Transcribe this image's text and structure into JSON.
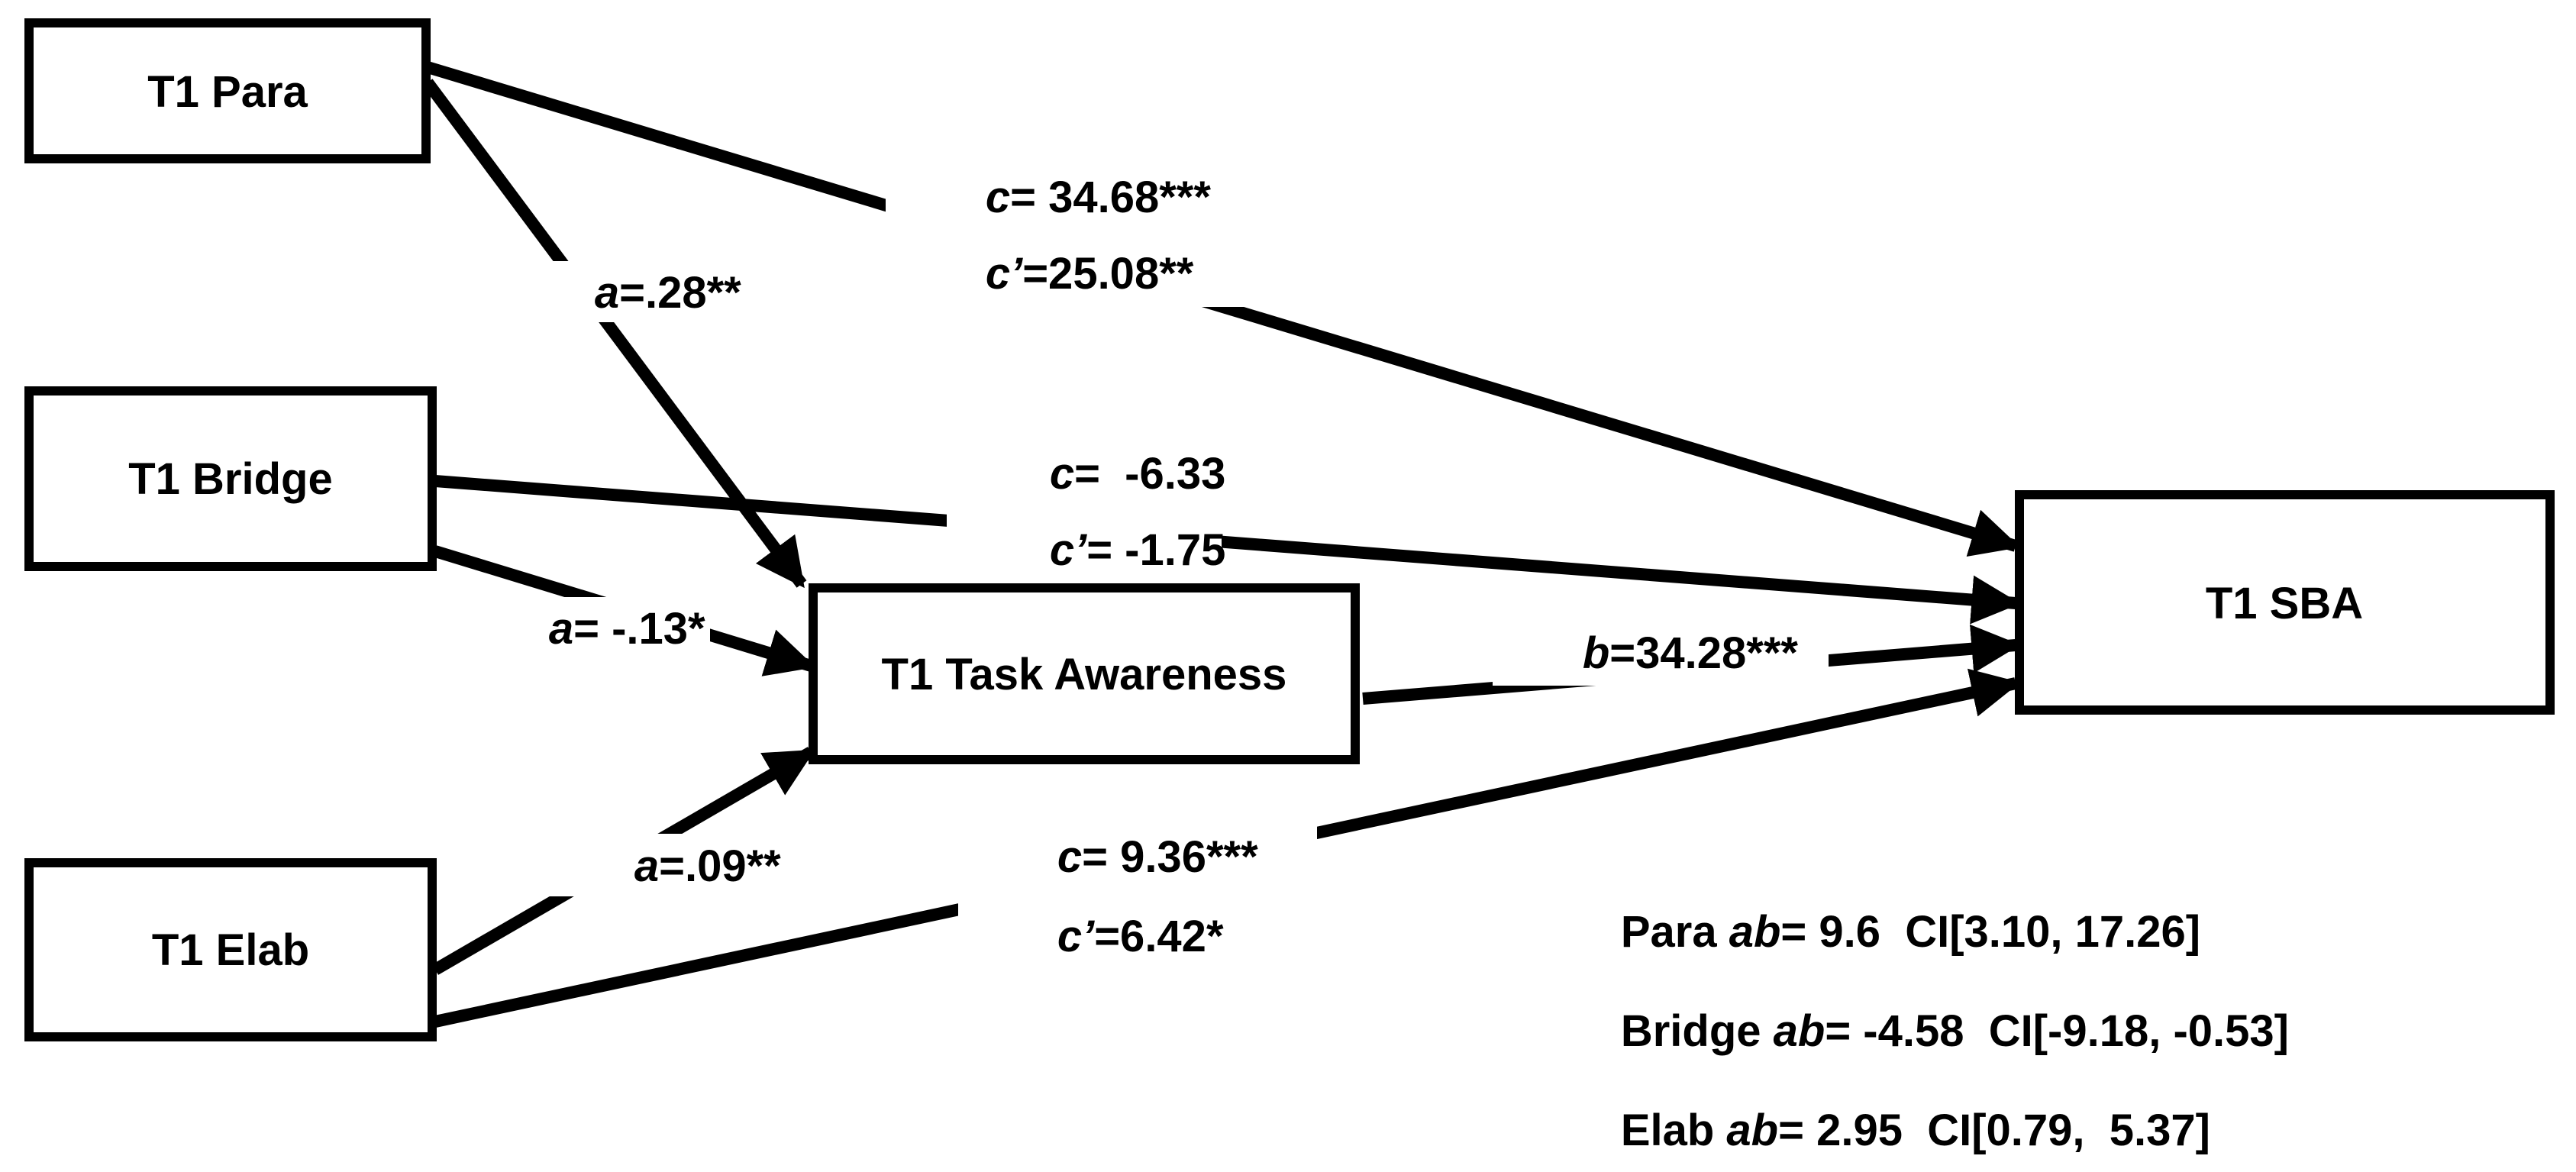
{
  "nodes": {
    "para": "T1 Para",
    "bridge": "T1 Bridge",
    "elab": "T1 Elab",
    "task_awareness": "T1 Task Awareness",
    "sba": "T1 SBA"
  },
  "paths": {
    "para_a": {
      "letter": "a",
      "value": "=.28**"
    },
    "bridge_a": {
      "letter": "a",
      "value": "= -.13*"
    },
    "elab_a": {
      "letter": "a",
      "value": "=.09**"
    },
    "b_path": {
      "letter": "b",
      "value": "=34.28***"
    },
    "para_c": {
      "letter": "c",
      "value": "= 34.68***"
    },
    "para_cprime": {
      "letter": "c’",
      "value": "=25.08**"
    },
    "bridge_c": {
      "letter": "c",
      "value": "=  -6.33"
    },
    "bridge_cprime": {
      "letter": "c’",
      "value": "= -1.75"
    },
    "elab_c": {
      "letter": "c",
      "value": "= 9.36***"
    },
    "elab_cprime": {
      "letter": "c’",
      "value": "=6.42*"
    }
  },
  "indirect_effects": [
    {
      "prefix": "Para ",
      "letter": "ab",
      "value": "= 9.6  CI[3.10, 17.26]"
    },
    {
      "prefix": "Bridge ",
      "letter": "ab",
      "value": "= -4.58  CI[-9.18, -0.53]"
    },
    {
      "prefix": "Elab ",
      "letter": "ab",
      "value": "= 2.95  CI[0.79,  5.37]"
    }
  ]
}
